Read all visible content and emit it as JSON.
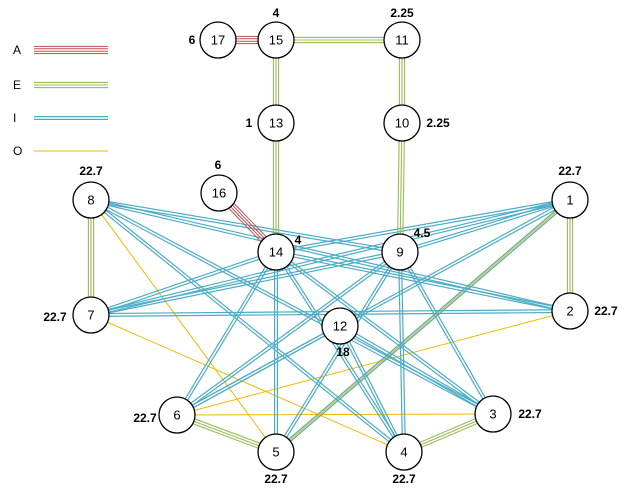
{
  "legend": [
    {
      "code": "A",
      "color": "#c0504d",
      "lines": 4
    },
    {
      "code": "E",
      "color": "#9bbb59",
      "lines": 3
    },
    {
      "code": "I",
      "color": "#4bacc6",
      "lines": 2
    },
    {
      "code": "O",
      "color": "#f5b700",
      "lines": 1
    }
  ],
  "nodes": [
    {
      "id": "1",
      "value": "22.7"
    },
    {
      "id": "2",
      "value": "22.7"
    },
    {
      "id": "3",
      "value": "22.7"
    },
    {
      "id": "4",
      "value": "22.7"
    },
    {
      "id": "5",
      "value": "22.7"
    },
    {
      "id": "6",
      "value": "22.7"
    },
    {
      "id": "7",
      "value": "22.7"
    },
    {
      "id": "8",
      "value": "22.7"
    },
    {
      "id": "9",
      "value": "4.5"
    },
    {
      "id": "10",
      "value": "2.25"
    },
    {
      "id": "11",
      "value": "2.25"
    },
    {
      "id": "12",
      "value": "18"
    },
    {
      "id": "13",
      "value": "1"
    },
    {
      "id": "14",
      "value": "4"
    },
    {
      "id": "15",
      "value": "4"
    },
    {
      "id": "16",
      "value": "6"
    },
    {
      "id": "17",
      "value": "6"
    }
  ],
  "edges": [
    {
      "from": "17",
      "to": "15",
      "type": "A"
    },
    {
      "from": "16",
      "to": "14",
      "type": "A"
    },
    {
      "from": "15",
      "to": "11",
      "type": "E"
    },
    {
      "from": "11",
      "to": "10",
      "type": "E"
    },
    {
      "from": "10",
      "to": "9",
      "type": "E"
    },
    {
      "from": "15",
      "to": "13",
      "type": "E"
    },
    {
      "from": "13",
      "to": "14",
      "type": "E"
    },
    {
      "from": "8",
      "to": "7",
      "type": "E"
    },
    {
      "from": "1",
      "to": "2",
      "type": "E"
    },
    {
      "from": "6",
      "to": "5",
      "type": "E"
    },
    {
      "from": "4",
      "to": "3",
      "type": "E"
    },
    {
      "from": "8",
      "to": "9",
      "type": "I"
    },
    {
      "from": "8",
      "to": "2",
      "type": "I"
    },
    {
      "from": "8",
      "to": "3",
      "type": "I"
    },
    {
      "from": "8",
      "to": "4",
      "type": "I"
    },
    {
      "from": "14",
      "to": "1",
      "type": "I"
    },
    {
      "from": "14",
      "to": "7",
      "type": "I"
    },
    {
      "from": "14",
      "to": "2",
      "type": "I"
    },
    {
      "from": "14",
      "to": "6",
      "type": "I"
    },
    {
      "from": "14",
      "to": "5",
      "type": "I"
    },
    {
      "from": "14",
      "to": "3",
      "type": "I"
    },
    {
      "from": "14",
      "to": "4",
      "type": "I"
    },
    {
      "from": "9",
      "to": "7",
      "type": "I"
    },
    {
      "from": "9",
      "to": "1",
      "type": "I"
    },
    {
      "from": "9",
      "to": "6",
      "type": "I"
    },
    {
      "from": "9",
      "to": "5",
      "type": "I"
    },
    {
      "from": "9",
      "to": "3",
      "type": "I"
    },
    {
      "from": "9",
      "to": "4",
      "type": "I"
    },
    {
      "from": "7",
      "to": "1",
      "type": "I"
    },
    {
      "from": "7",
      "to": "2",
      "type": "I"
    },
    {
      "from": "1",
      "to": "6",
      "type": "I"
    },
    {
      "from": "1",
      "to": "5",
      "type": "I"
    },
    {
      "from": "12",
      "to": "6",
      "type": "I"
    },
    {
      "from": "12",
      "to": "3",
      "type": "I"
    },
    {
      "from": "12",
      "to": "4",
      "type": "I"
    },
    {
      "from": "8",
      "to": "5",
      "type": "O"
    },
    {
      "from": "7",
      "to": "4",
      "type": "O"
    },
    {
      "from": "1",
      "to": "5",
      "type": "O"
    },
    {
      "from": "2",
      "to": "6",
      "type": "O"
    },
    {
      "from": "6",
      "to": "3",
      "type": "O"
    }
  ]
}
